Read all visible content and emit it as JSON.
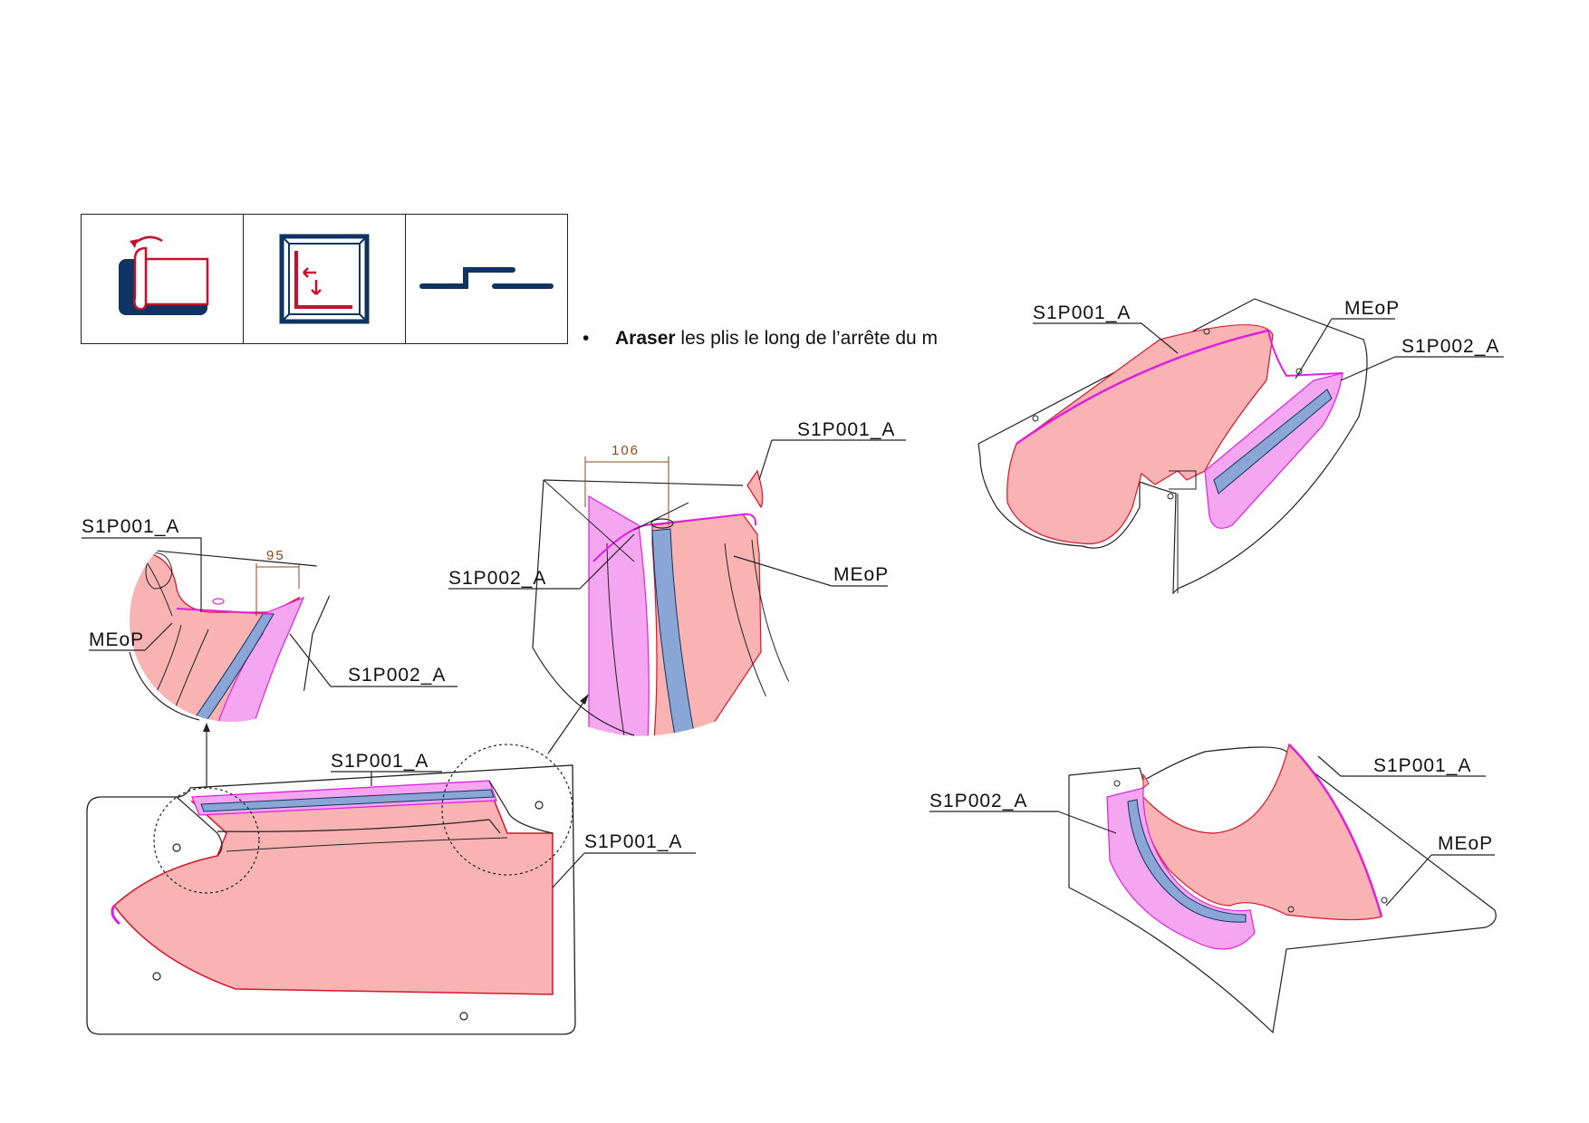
{
  "icons": [
    {
      "name": "ply-peel-icon"
    },
    {
      "name": "corner-trim-icon"
    },
    {
      "name": "step-offset-icon"
    }
  ],
  "instruction": {
    "keyword": "Araser",
    "rest": " les plis le long de l’arrête du m"
  },
  "labels": {
    "s1p001": "S1P001_A",
    "s1p002": "S1P002_A",
    "meop": "MEoP"
  },
  "dimensions": {
    "d95": "95",
    "d106": "106"
  },
  "colors": {
    "ply_pink": "#f9b3b3",
    "ply_magenta": "#f4a6f0",
    "ply_blue": "#8aa6d6",
    "edge_magenta": "#e020e0",
    "edge_red": "#d9142a",
    "icon_navy": "#0f3461",
    "icon_red": "#c8102e"
  }
}
